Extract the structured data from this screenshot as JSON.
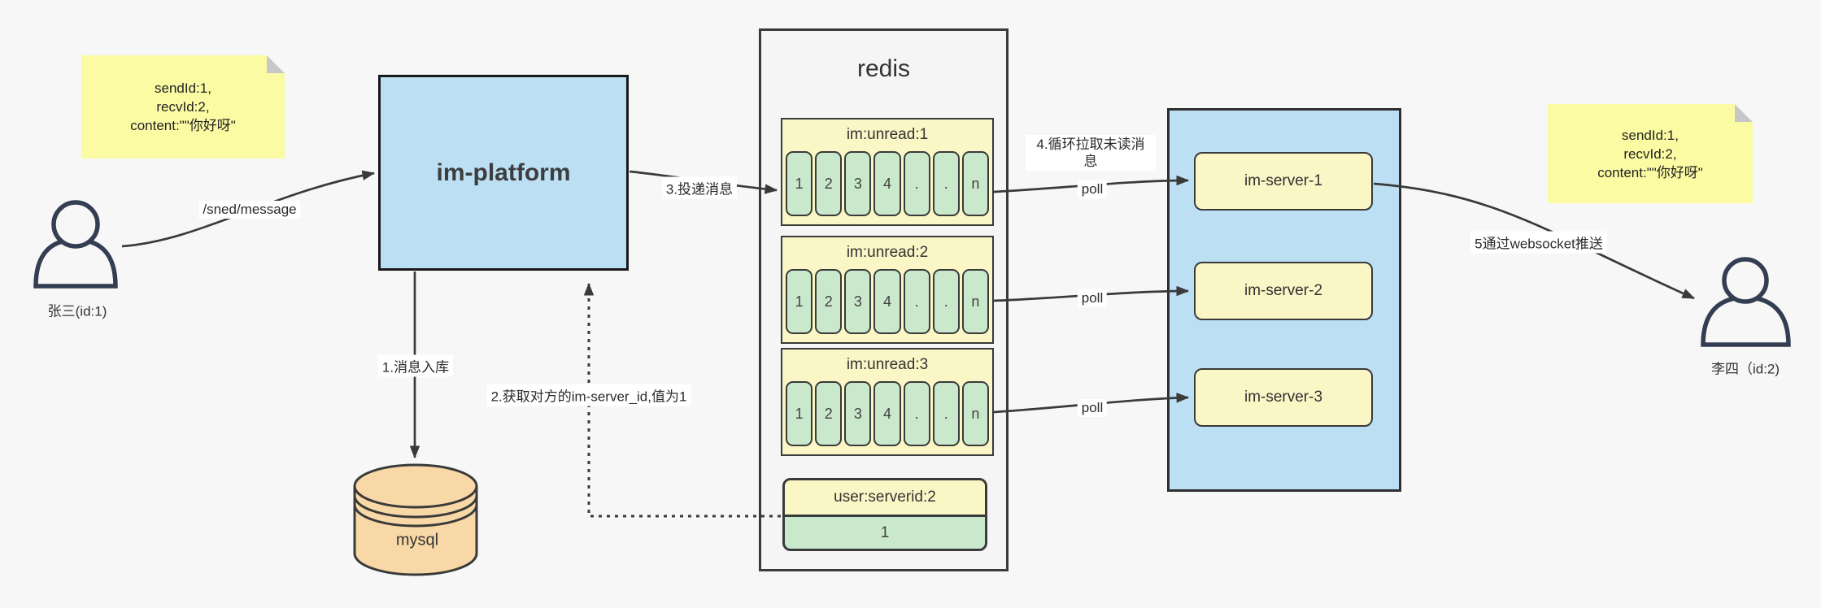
{
  "scene": {
    "background": "#f7f7f7"
  },
  "colors": {
    "accent_blue": "#bddff4",
    "note_yellow": "#fbfba3",
    "panel_yellow": "#fbf6c5",
    "cell_green": "#cae8cc",
    "db_wheat": "#f8d8a6",
    "line": "#3a3a3a"
  },
  "actors": {
    "sender": {
      "label": "张三(id:1)"
    },
    "receiver": {
      "label": "李四（id:2)"
    }
  },
  "notes": {
    "left": {
      "lines": [
        "sendId:1,",
        "recvId:2,",
        "content:\"\"你好呀\""
      ]
    },
    "right": {
      "lines": [
        "sendId:1,",
        "recvId:2,",
        "content:\"\"你好呀\""
      ]
    }
  },
  "platform": {
    "label": "im-platform"
  },
  "database": {
    "label": "mysql"
  },
  "redis": {
    "title": "redis",
    "queues": [
      {
        "title": "im:unread:1",
        "cells": [
          "1",
          "2",
          "3",
          "4",
          ".",
          ".",
          "n"
        ]
      },
      {
        "title": "im:unread:2",
        "cells": [
          "1",
          "2",
          "3",
          "4",
          ".",
          ".",
          "n"
        ]
      },
      {
        "title": "im:unread:3",
        "cells": [
          "1",
          "2",
          "3",
          "4",
          ".",
          ".",
          "n"
        ]
      }
    ],
    "kv": {
      "title": "user:serverid:2",
      "value": "1"
    }
  },
  "cluster": {
    "servers": [
      {
        "label": "im-server-1"
      },
      {
        "label": "im-server-2"
      },
      {
        "label": "im-server-3"
      }
    ]
  },
  "edges": {
    "send": "/sned/message",
    "step1": "1.消息入库",
    "step2": "2.获取对方的im-server_id,值为1",
    "step3": "3.投递消息",
    "step4": [
      "4.循环拉取未读消",
      "息"
    ],
    "step5": "5通过websocket推送",
    "poll": "poll"
  }
}
